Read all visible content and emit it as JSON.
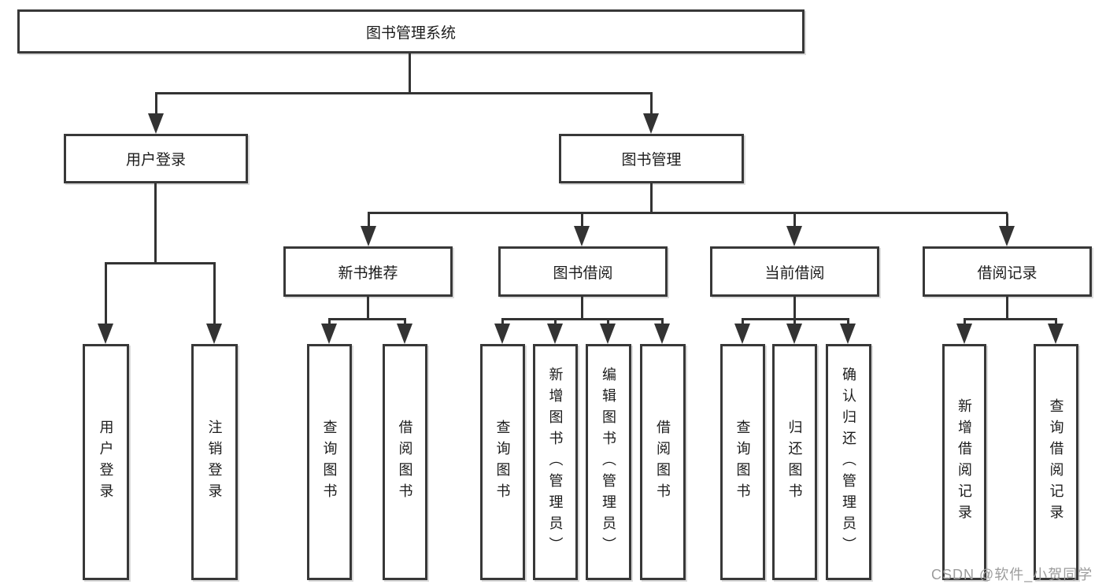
{
  "tree": {
    "root": {
      "label": "图书管理系统"
    },
    "user_login": {
      "label": "用户登录",
      "children": [
        {
          "label": "用户登录"
        },
        {
          "label": "注销登录"
        }
      ]
    },
    "book_mgmt": {
      "label": "图书管理",
      "children": {
        "new_book_rec": {
          "label": "新书推荐",
          "children": [
            {
              "label": "查询图书"
            },
            {
              "label": "借阅图书"
            }
          ]
        },
        "book_borrow": {
          "label": "图书借阅",
          "children": [
            {
              "label": "查询图书"
            },
            {
              "label": "新增图书（管理员）"
            },
            {
              "label": "编辑图书（管理员）"
            },
            {
              "label": "借阅图书"
            }
          ]
        },
        "current_borrow": {
          "label": "当前借阅",
          "children": [
            {
              "label": "查询图书"
            },
            {
              "label": "归还图书"
            },
            {
              "label": "确认归还（管理员）"
            }
          ]
        },
        "borrow_records": {
          "label": "借阅记录",
          "children": [
            {
              "label": "新增借阅记录"
            },
            {
              "label": "查询借阅记录"
            }
          ]
        }
      }
    }
  },
  "watermark": {
    "text": "CSDN @软件_小贺同学"
  },
  "colors": {
    "line": "#333333",
    "box_border": "#383838",
    "text": "#1c1c1c",
    "watermark": "#9c9c9c",
    "background": "#ffffff"
  }
}
